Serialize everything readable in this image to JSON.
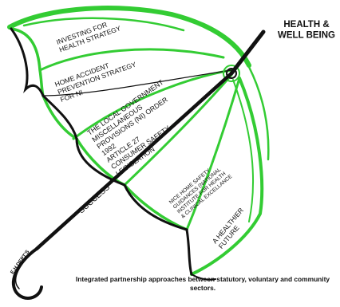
{
  "title": "HEALTH &\nWELL BEING",
  "handle_label": "SUCCESS",
  "hook_label": "E.H DEPT'S",
  "panels": [
    "INVESTING FOR\nHEALTH STRATEGY",
    "HOME ACCIDENT\nPREVENTION STRATEGY\nFOR NI",
    "THE LOCAL GOVERNMENT\nMISCELLANEOUS\nPROVISIONS (NI) ORDER\n1992\nARTICLE 27\nCONSUMER SAFETY\nLEGISLATION",
    "NICE HOME SAFETY\nGUIDANCES (NATIONAL\nINSTITUTE FOR HEALTH\n& CLINICAL EXCELLANCE",
    "A HEALTHIER\nFUTURE"
  ],
  "caption": "Integrated partnership approaches between statutory, voluntary and community sectors.",
  "colors": {
    "canopy_green": "#33cc33",
    "ink": "#111111",
    "background": "#ffffff"
  }
}
